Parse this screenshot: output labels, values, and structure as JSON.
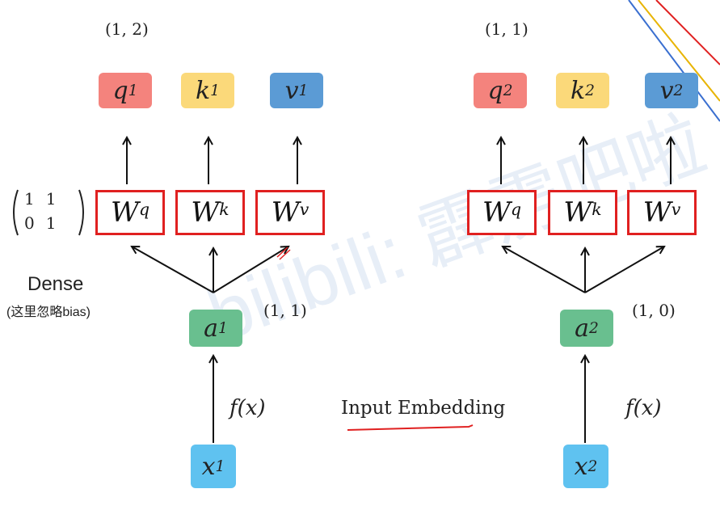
{
  "left": {
    "q": {
      "base": "q",
      "sup": "1"
    },
    "k": {
      "base": "k",
      "sup": "1"
    },
    "v": {
      "base": "v",
      "sup": "1"
    },
    "wq": {
      "base": "W",
      "sup": "q"
    },
    "wk": {
      "base": "W",
      "sup": "k"
    },
    "wv": {
      "base": "W",
      "sup": "v"
    },
    "a": {
      "base": "a",
      "sub": "1"
    },
    "x": {
      "base": "x",
      "sub": "1"
    },
    "top_annotation": "(1, 2)",
    "a_annotation": "(1, 1)",
    "f_label": "f(x)",
    "matrix": [
      [
        "1",
        "1"
      ],
      [
        "0",
        "1"
      ]
    ]
  },
  "right": {
    "q": {
      "base": "q",
      "sup": "2"
    },
    "k": {
      "base": "k",
      "sup": "2"
    },
    "v": {
      "base": "v",
      "sup": "2"
    },
    "wq": {
      "base": "W",
      "sup": "q"
    },
    "wk": {
      "base": "W",
      "sup": "k"
    },
    "wv": {
      "base": "W",
      "sup": "v"
    },
    "a": {
      "base": "a",
      "sub": "2"
    },
    "x": {
      "base": "x",
      "sub": "2"
    },
    "top_annotation": "(1, 1)",
    "a_annotation": "(1, 0)",
    "f_label": "f(x)"
  },
  "dense_label": "Dense",
  "dense_note": "(这里忽略bias)",
  "center_label": "Input Embedding",
  "watermark": "bilibili: 霹雳吧啦",
  "colors": {
    "q": "#f4837d",
    "k": "#fbd97a",
    "v": "#5b9bd5",
    "a": "#69bf8f",
    "x": "#5fc2f0",
    "weight_border": "#e02020",
    "underline": "#e02020",
    "arrow": "#111111"
  }
}
